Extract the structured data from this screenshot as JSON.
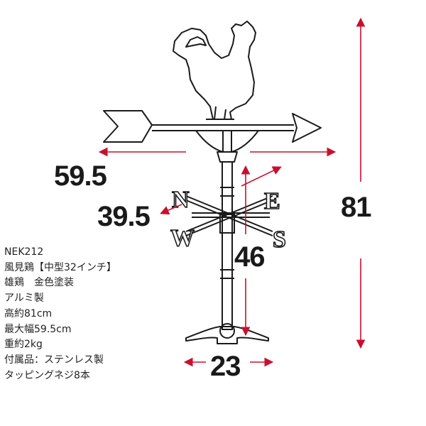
{
  "dimensions": {
    "width": "59.5",
    "depth": "39.5",
    "height": "81",
    "vane_height": "46",
    "base": "23"
  },
  "compass_letters": {
    "north": "N",
    "east": "E",
    "south": "S",
    "west": "W"
  },
  "specs": [
    "NEK212",
    "風見鶏【中型32インチ】",
    "雄鶏　金色塗装",
    "アルミ製",
    "高約81cm",
    "最大幅59.5cm",
    "重約2kg",
    "付属品：ステンレス製",
    "タッピングネジ8本"
  ],
  "colors": {
    "arrow": "#c8102e",
    "ink": "#1a1a1a"
  }
}
